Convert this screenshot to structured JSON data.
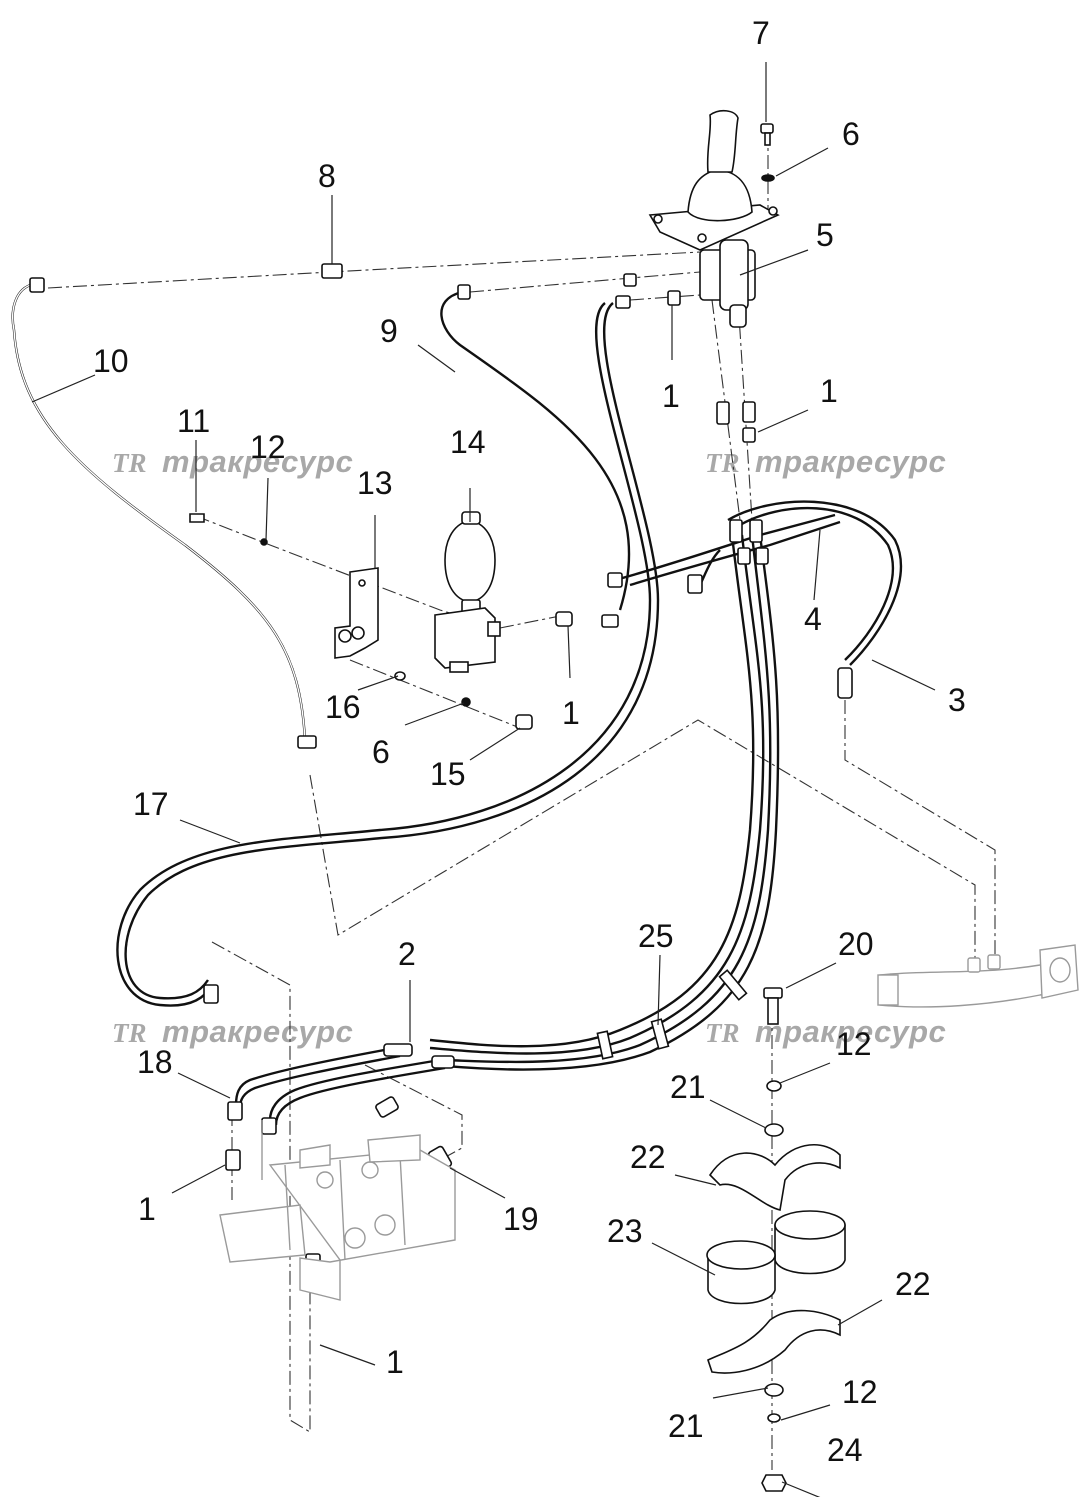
{
  "watermarks": [
    {
      "logo": "TR",
      "text": "тракресурс"
    },
    {
      "logo": "TR",
      "text": "тракресурс"
    },
    {
      "logo": "TR",
      "text": "тракресурс"
    },
    {
      "logo": "TR",
      "text": "тракресурс"
    }
  ],
  "callouts": [
    {
      "label": "7"
    },
    {
      "label": "6"
    },
    {
      "label": "8"
    },
    {
      "label": "5"
    },
    {
      "label": "9"
    },
    {
      "label": "10"
    },
    {
      "label": "1"
    },
    {
      "label": "1"
    },
    {
      "label": "11"
    },
    {
      "label": "12"
    },
    {
      "label": "14"
    },
    {
      "label": "13"
    },
    {
      "label": "4"
    },
    {
      "label": "16"
    },
    {
      "label": "1"
    },
    {
      "label": "3"
    },
    {
      "label": "6"
    },
    {
      "label": "15"
    },
    {
      "label": "17"
    },
    {
      "label": "2"
    },
    {
      "label": "25"
    },
    {
      "label": "20"
    },
    {
      "label": "12"
    },
    {
      "label": "18"
    },
    {
      "label": "21"
    },
    {
      "label": "22"
    },
    {
      "label": "1"
    },
    {
      "label": "19"
    },
    {
      "label": "23"
    },
    {
      "label": "22"
    },
    {
      "label": "1"
    },
    {
      "label": "12"
    },
    {
      "label": "21"
    },
    {
      "label": "24"
    }
  ]
}
